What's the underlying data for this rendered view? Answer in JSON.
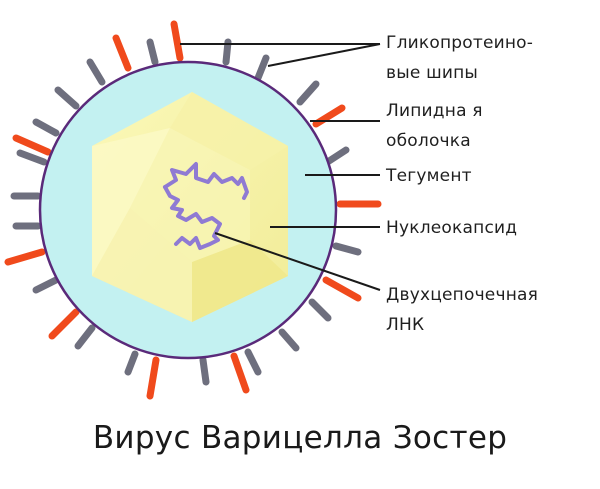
{
  "diagram": {
    "title": "Вирус Варицелла Зостер",
    "colors": {
      "tegument_fill": "#c3f1f1",
      "envelope_stroke": "#5a2a7a",
      "capsid_light": "#fbf8b4",
      "capsid_mid": "#f3ee9c",
      "capsid_dark": "#eee584",
      "dna_stroke": "#8f7ad3",
      "spike_orange": "#f04a1c",
      "spike_gray": "#6e6f7e",
      "leader_line": "#1a1a1a"
    },
    "labels": [
      {
        "id": "glycoprotein-spikes",
        "line1": "Гликопротеино-",
        "line2": "вые шипы"
      },
      {
        "id": "lipid-envelope",
        "line1": "Липидна я",
        "line2": "оболочка"
      },
      {
        "id": "tegument",
        "line1": "Тегумент",
        "line2": ""
      },
      {
        "id": "nucleocapsid",
        "line1": "Нуклеокапсид",
        "line2": ""
      },
      {
        "id": "double-stranded-dna",
        "line1": "Двухцепочечная",
        "line2": "ЛНК"
      }
    ]
  }
}
